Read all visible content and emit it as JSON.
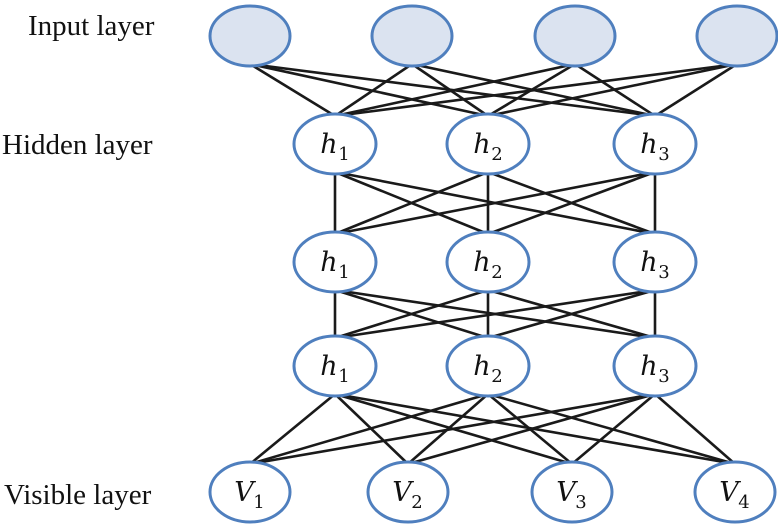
{
  "labels": {
    "input": "Input layer",
    "hidden": "Hidden layer",
    "visible": "Visible layer"
  },
  "colors": {
    "input_fill": "#dbe3f0",
    "node_stroke": "#4f7fbe",
    "edge": "#1a1a1a"
  },
  "layers": [
    {
      "id": "input",
      "nodes": [
        {
          "name": "",
          "sub": ""
        },
        {
          "name": "",
          "sub": ""
        },
        {
          "name": "",
          "sub": ""
        },
        {
          "name": "",
          "sub": ""
        }
      ]
    },
    {
      "id": "hidden1",
      "nodes": [
        {
          "name": "h",
          "sub": "1"
        },
        {
          "name": "h",
          "sub": "2"
        },
        {
          "name": "h",
          "sub": "3"
        }
      ]
    },
    {
      "id": "hidden2",
      "nodes": [
        {
          "name": "h",
          "sub": "1"
        },
        {
          "name": "h",
          "sub": "2"
        },
        {
          "name": "h",
          "sub": "3"
        }
      ]
    },
    {
      "id": "hidden3",
      "nodes": [
        {
          "name": "h",
          "sub": "1"
        },
        {
          "name": "h",
          "sub": "2"
        },
        {
          "name": "h",
          "sub": "3"
        }
      ]
    },
    {
      "id": "visible",
      "nodes": [
        {
          "name": "V",
          "sub": "1"
        },
        {
          "name": "V",
          "sub": "2"
        },
        {
          "name": "V",
          "sub": "3"
        },
        {
          "name": "V",
          "sub": "4"
        }
      ]
    }
  ]
}
